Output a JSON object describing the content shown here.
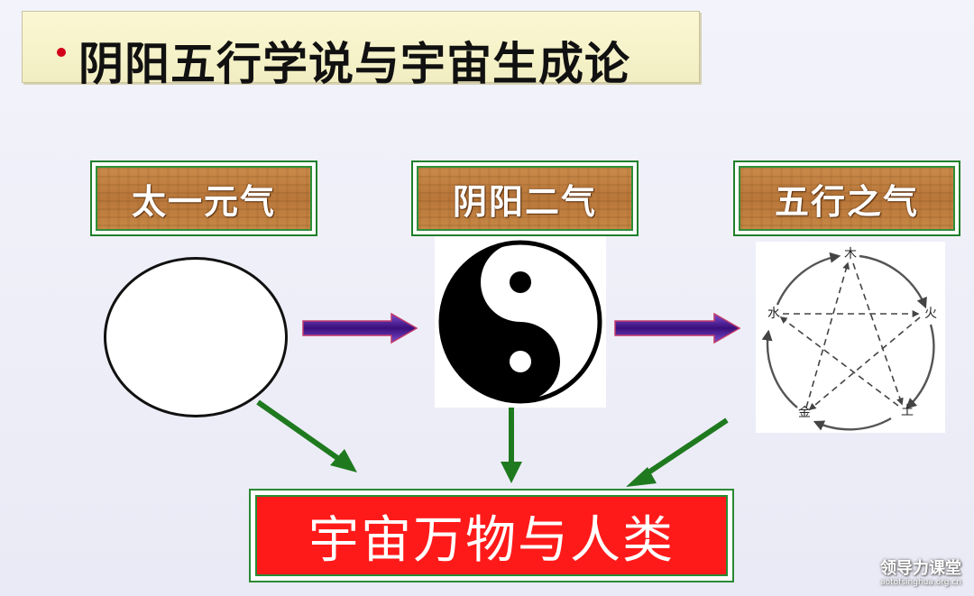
{
  "title": "阴阳五行学说与宇宙生成论",
  "stages": [
    {
      "label": "太一元气"
    },
    {
      "label": "阴阳二气"
    },
    {
      "label": "五行之气"
    }
  ],
  "elements": {
    "wood": "木",
    "fire": "火",
    "earth": "土",
    "metal": "金",
    "water": "水"
  },
  "result": "宇宙万物与人类",
  "watermark": {
    "main": "领导力课堂",
    "sub": "aotofsinghua.org.cn"
  },
  "colors": {
    "title_bullet": "#d2001a",
    "flow_arrow": "#4b1b8c",
    "derive_arrow": "#1f7a1f",
    "result_fill": "#ff1a1a",
    "frame_green": "#2a8a34"
  }
}
